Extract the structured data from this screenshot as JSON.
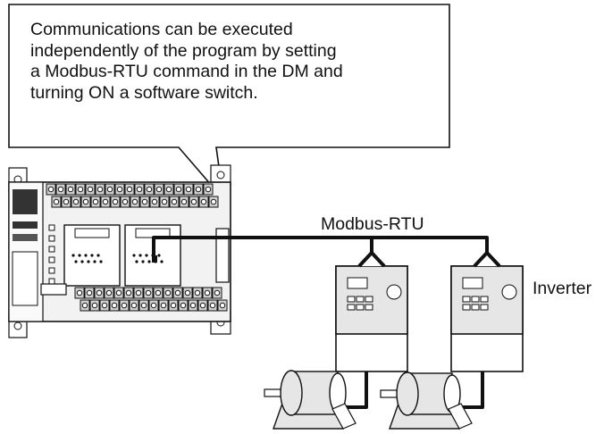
{
  "callout": {
    "lines": [
      "Communications can be executed",
      "independently of the program by setting",
      "a Modbus-RTU command in the DM and",
      "turning ON a software switch."
    ]
  },
  "network_label": "Modbus-RTU",
  "device_label": "Inverter",
  "colors": {
    "line": "#111111",
    "device_fill": "#e6e6e6",
    "plc_fill": "#f2f2f2",
    "terminal_fill": "#d0d0d0"
  }
}
